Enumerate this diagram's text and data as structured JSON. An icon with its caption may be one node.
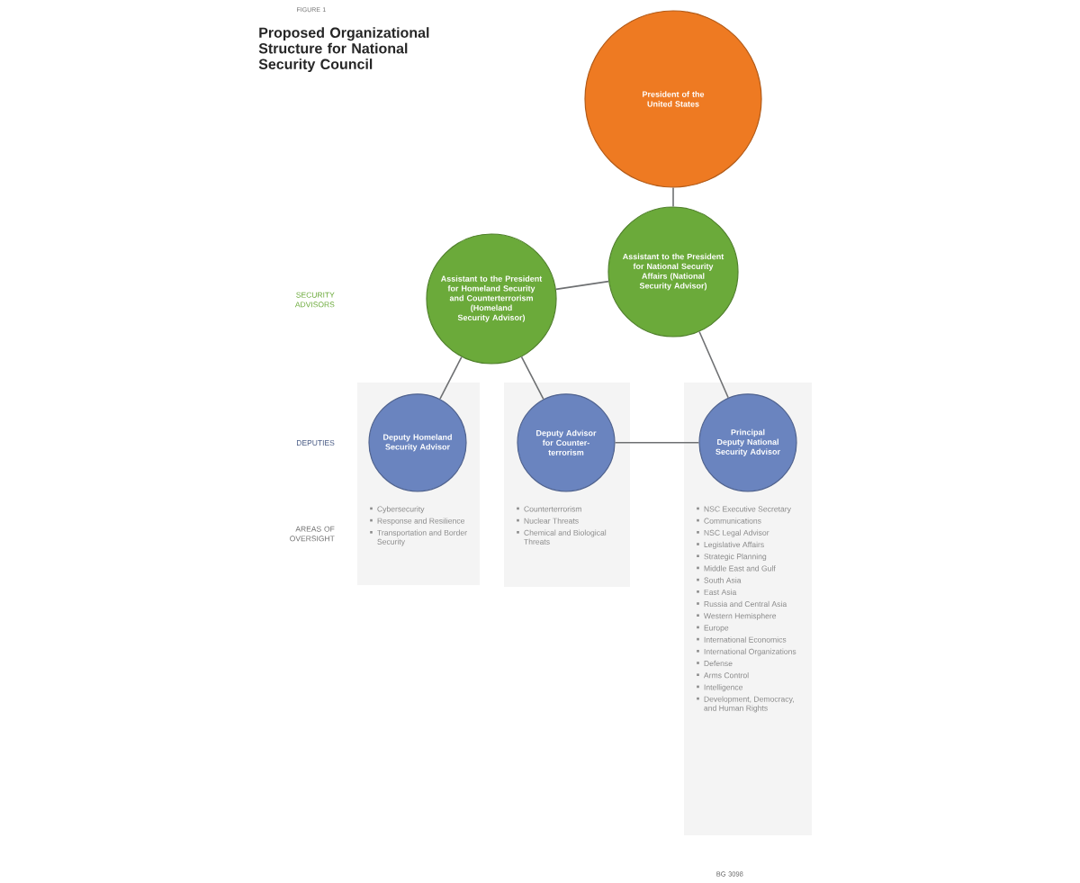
{
  "diagram": {
    "title": "Proposed Organizational Structure for National Security Council",
    "nodes": [
      {
        "text": [
          "President of the United States"
        ]
      },
      {
        "text": [
          "Assistant to the President for National Security Affairs (National Security Advisor)"
        ]
      },
      {
        "text": [
          "Assistant to the President for Homeland Security and Counterterrorism (Homeland Security Advisor)"
        ]
      },
      {
        "text": [
          "Cybersecurity",
          "Response and Resilience",
          "Transportation and Border Security"
        ]
      },
      {
        "text": [
          "Deputy Homeland Security Advisor"
        ],
        "in": 3
      },
      {
        "text": [
          "Counterterrorism",
          "Nuclear Threats",
          "Chemical and Biological Threats"
        ]
      },
      {
        "text": [
          "Deputy Advisor for Counter-terrorism"
        ],
        "in": 5
      },
      {
        "text": [
          "NSC Executive Secretary",
          "Communications",
          "NSC Legal Advisor",
          "Legislative Affairs",
          "Strategic Planning",
          "Middle East and Gulf",
          "South Asia",
          "East Asia",
          "Russia and Central Asia",
          "Western Hemisphere",
          "Europe",
          "International Economics",
          "International Organizations",
          "Defense",
          "Arms Control",
          "Intelligence",
          "Development, Democracy, and Human Rights"
        ]
      },
      {
        "text": [
          "Principal Deputy National Security Advisor"
        ],
        "in": 7
      }
    ],
    "edges": [
      {
        "from": 0,
        "to": 1,
        "arrow": "none"
      },
      {
        "from": 1,
        "to": 2,
        "arrow": "none"
      },
      {
        "from": 2,
        "to": 4,
        "arrow": "none"
      },
      {
        "from": 2,
        "to": 6,
        "arrow": "none"
      },
      {
        "from": 1,
        "to": 8,
        "arrow": "none"
      },
      {
        "from": 6,
        "to": 8,
        "arrow": "none"
      }
    ],
    "labels": [
      "FIGURE 1",
      "SECURITY ADVISORS",
      "DEPUTIES",
      "AREAS OF OVERSIGHT",
      "BG 3098"
    ]
  }
}
